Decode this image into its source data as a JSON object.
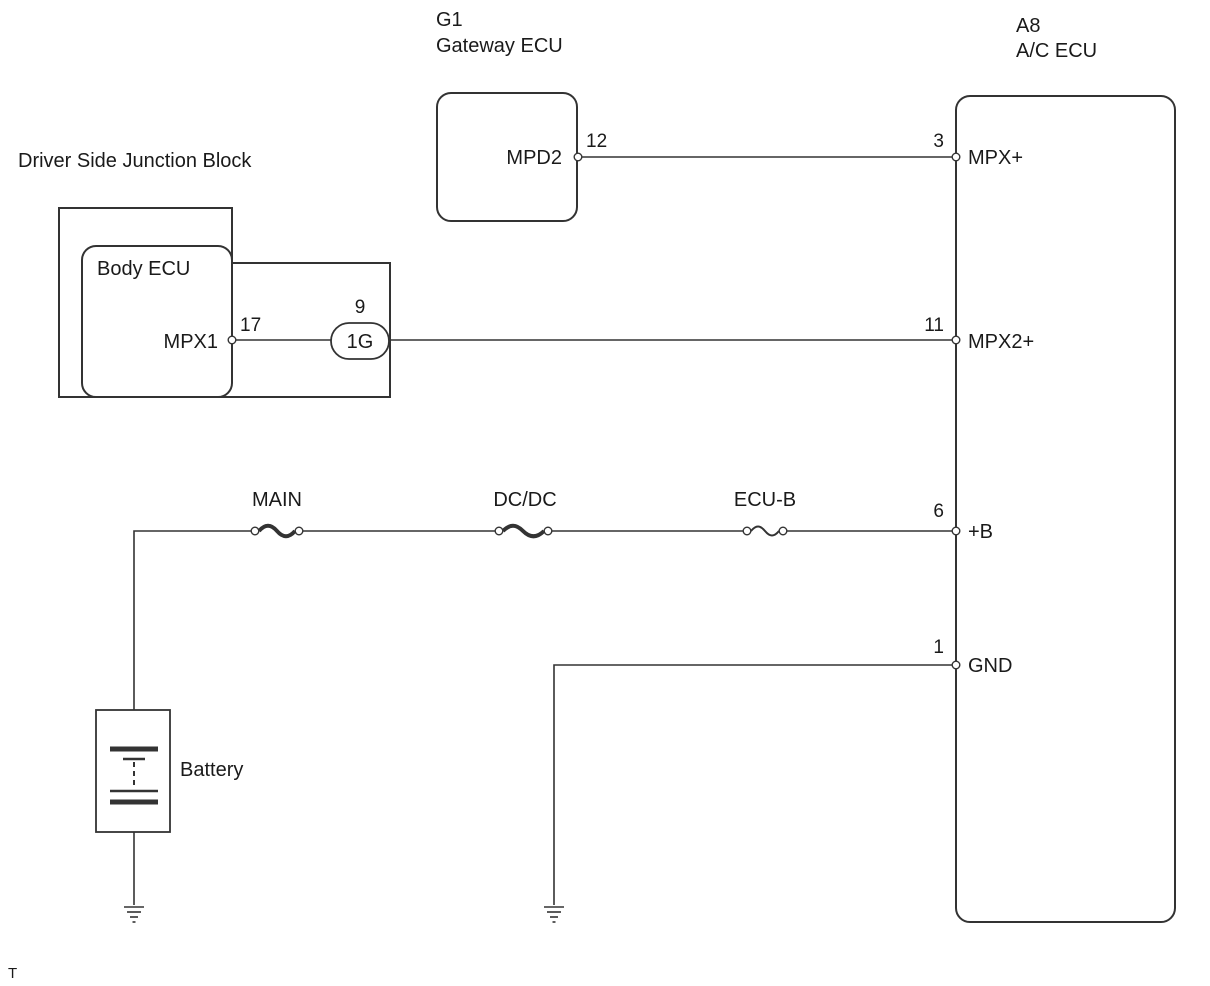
{
  "components": {
    "gateway_ecu": {
      "code": "G1",
      "name": "Gateway ECU",
      "terminal": "MPD2",
      "pin": "12"
    },
    "ac_ecu": {
      "code": "A8",
      "name": "A/C ECU",
      "terminals": [
        {
          "pin": "3",
          "name": "MPX+"
        },
        {
          "pin": "11",
          "name": "MPX2+"
        },
        {
          "pin": "6",
          "name": "+B"
        },
        {
          "pin": "1",
          "name": "GND"
        }
      ]
    },
    "junction_block": {
      "name": "Driver Side Junction Block"
    },
    "body_ecu": {
      "name": "Body ECU",
      "terminal": "MPX1",
      "pin": "17"
    },
    "connector": {
      "pin": "9",
      "name": "1G"
    },
    "fuses": [
      {
        "name": "MAIN"
      },
      {
        "name": "DC/DC"
      },
      {
        "name": "ECU-B"
      }
    ],
    "battery": {
      "name": "Battery"
    }
  },
  "footer": {
    "mark": "T"
  }
}
